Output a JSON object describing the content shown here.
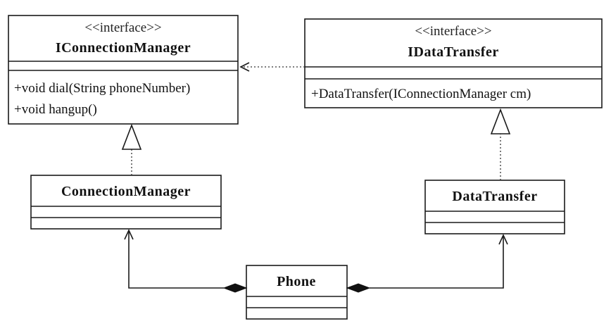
{
  "classes": {
    "iconnection_manager": {
      "stereotype": "<<interface>>",
      "name": "IConnectionManager",
      "methods": [
        "+void dial(String phoneNumber)",
        "+void hangup()"
      ]
    },
    "idata_transfer": {
      "stereotype": "<<interface>>",
      "name": "IDataTransfer",
      "methods": [
        "+DataTransfer(IConnectionManager cm)"
      ]
    },
    "connection_manager": {
      "name": "ConnectionManager"
    },
    "data_transfer": {
      "name": "DataTransfer"
    },
    "phone": {
      "name": "Phone"
    }
  },
  "relationships": [
    {
      "type": "dependency",
      "from": "IDataTransfer",
      "to": "IConnectionManager"
    },
    {
      "type": "realization",
      "from": "ConnectionManager",
      "to": "IConnectionManager"
    },
    {
      "type": "realization",
      "from": "DataTransfer",
      "to": "IDataTransfer"
    },
    {
      "type": "composition-navigable",
      "from": "Phone",
      "to": "ConnectionManager"
    },
    {
      "type": "composition-navigable",
      "from": "Phone",
      "to": "DataTransfer"
    }
  ]
}
